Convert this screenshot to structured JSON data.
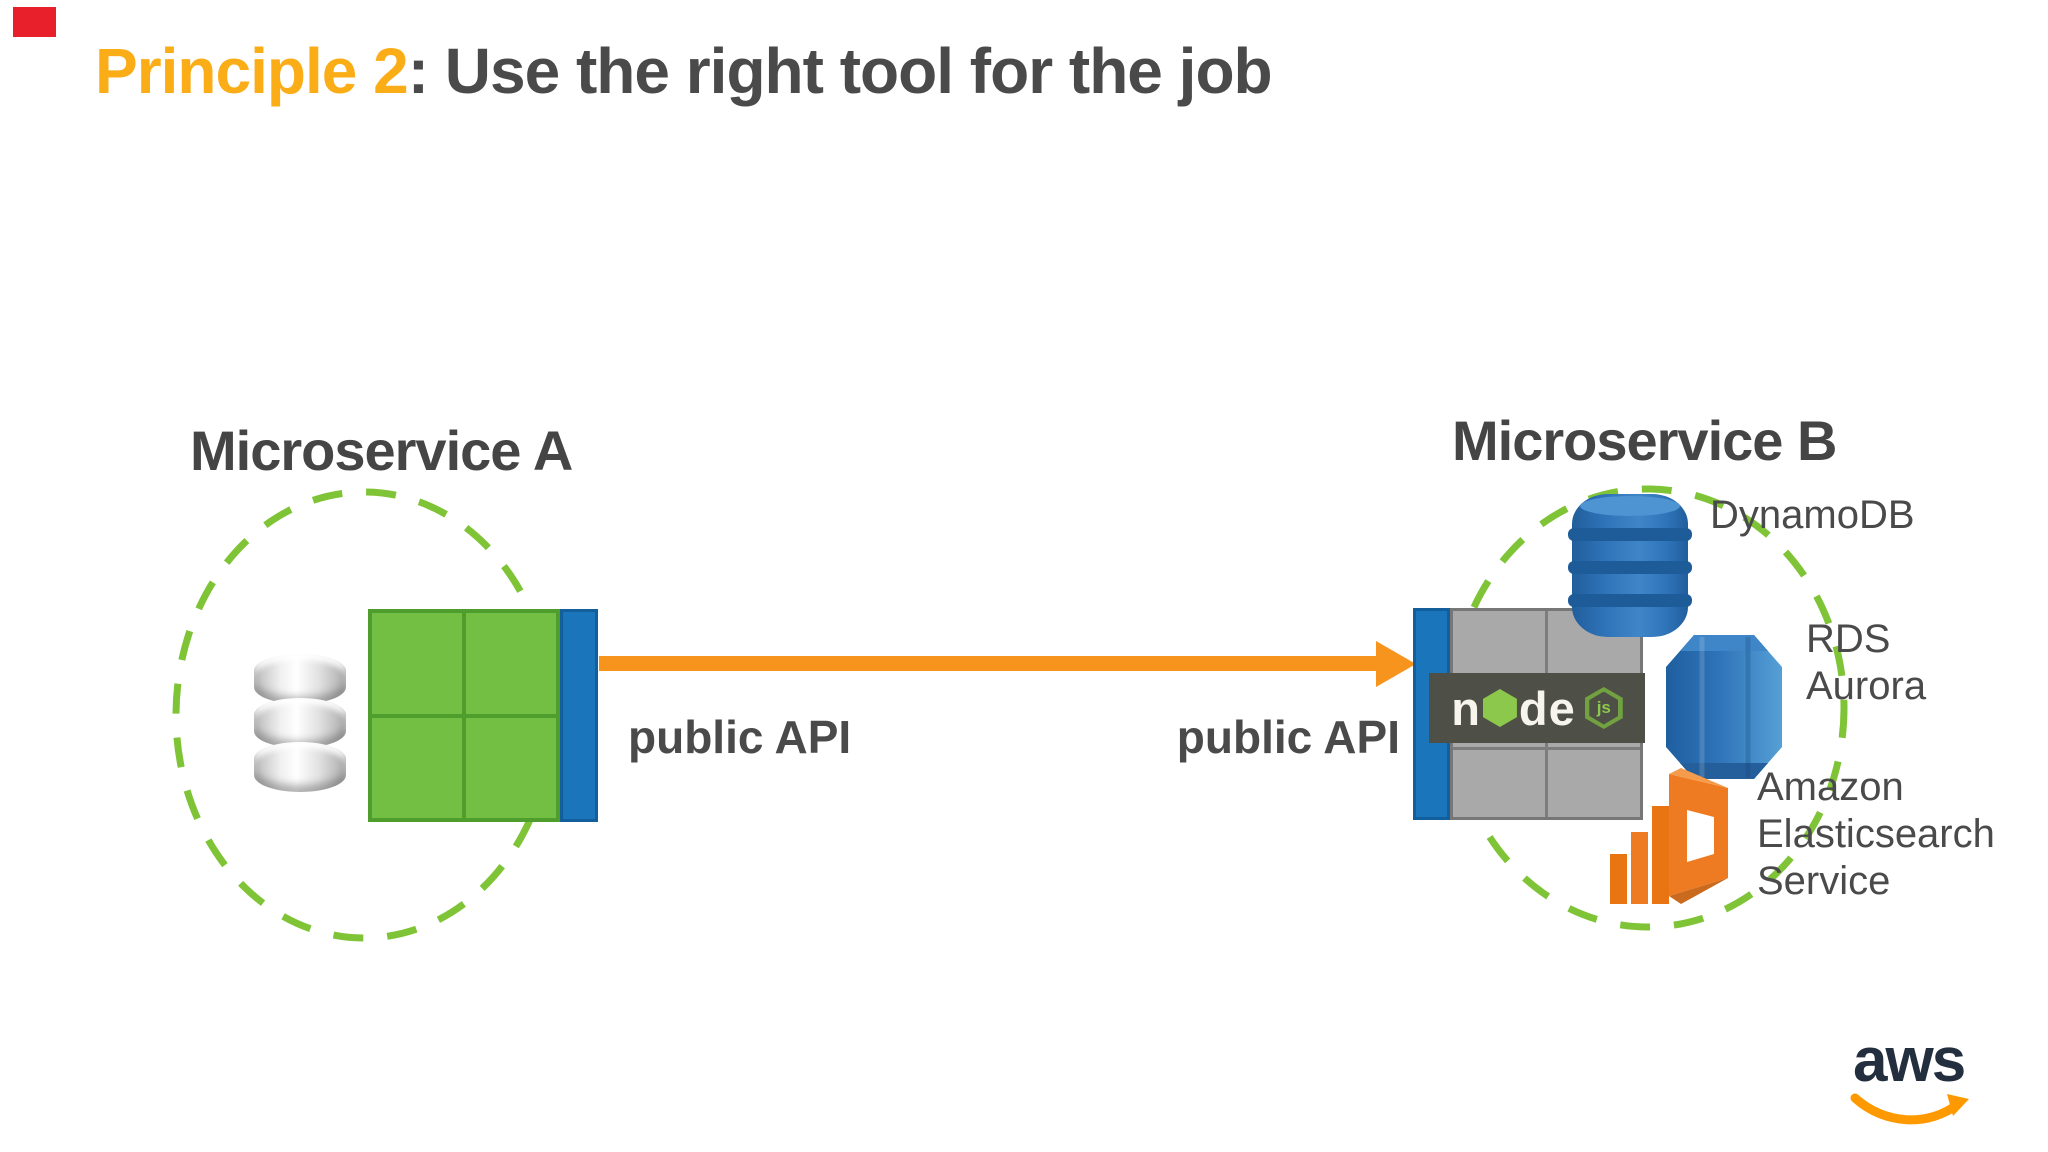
{
  "title": {
    "highlight": "Principle 2",
    "rest": ": Use the right tool for the job"
  },
  "microservice_a": {
    "title": "Microservice A",
    "api_label": "public API"
  },
  "microservice_b": {
    "title": "Microservice B",
    "api_label": "public API",
    "runtime": {
      "part1": "n",
      "part2": "de",
      "badge": "js"
    },
    "services": [
      {
        "label": "DynamoDB"
      },
      {
        "label": "RDS\nAurora"
      },
      {
        "label": "Amazon\nElasticsearch\nService"
      }
    ]
  },
  "branding": {
    "logo_text": "aws"
  },
  "colors": {
    "title_accent": "#FBAD18",
    "text_dark": "#4A4A4A",
    "arrow_orange": "#F7941E",
    "container_green": "#72BF44",
    "container_green_border": "#4F9D2D",
    "dashed_boundary_green": "#7FC437",
    "api_port_blue": "#1B75BB",
    "grid_gray": "#A9A9A9",
    "node_banner": "#4E4F47",
    "node_green": "#8CC84B",
    "dynamodb_blue": "#2E73B8",
    "elasticsearch_orange": "#EE7B21",
    "aws_navy": "#232F3E",
    "aws_smile_orange": "#FF9900",
    "recording_marker_red": "#E8202C"
  }
}
